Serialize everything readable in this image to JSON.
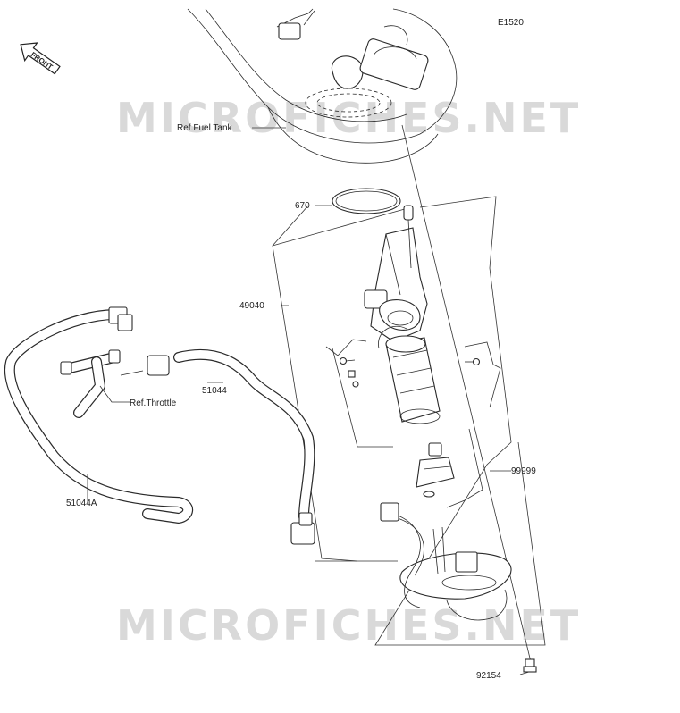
{
  "diagram": {
    "code": "E1520",
    "front_indicator": "FRONT",
    "watermark": "MICROFICHES.NET",
    "refs": {
      "fuel_tank": "Ref.Fuel Tank",
      "throttle": "Ref.Throttle"
    },
    "part_labels": {
      "p670": "670",
      "p49040": "49040",
      "p51044": "51044",
      "p51044A": "51044A",
      "p99999": "99999",
      "p92154": "92154"
    }
  }
}
